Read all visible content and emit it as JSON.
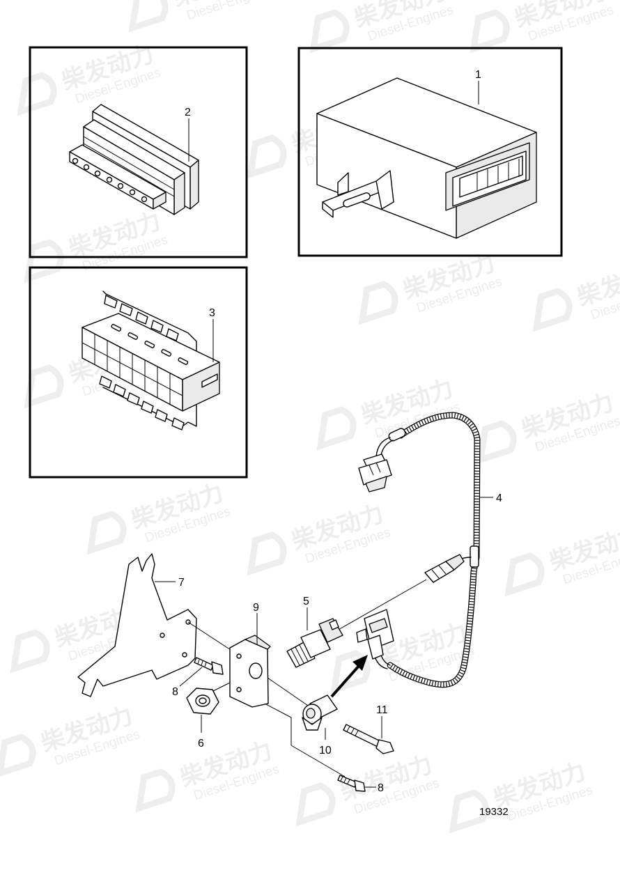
{
  "watermark": {
    "brand_cn": "柴发动力",
    "brand_en": "Diesel-Engines"
  },
  "callouts": {
    "p1": "1",
    "p2": "2",
    "p3": "3",
    "p4": "4",
    "p5": "5",
    "p6": "6",
    "p7": "7",
    "p8a": "8",
    "p8b": "8",
    "p9": "9",
    "p10": "10",
    "p11": "11"
  },
  "drawing_number": "19332"
}
